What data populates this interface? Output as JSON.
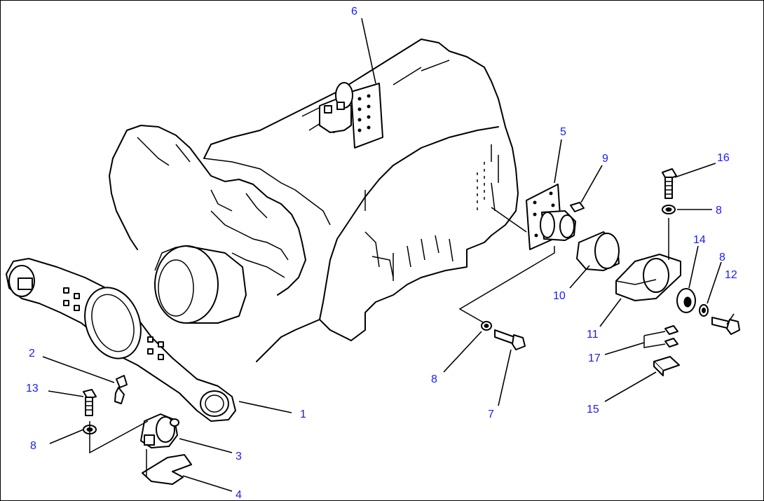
{
  "diagram": {
    "accent_color": "#1a1aff",
    "callouts": [
      {
        "id": "c1",
        "text": "1"
      },
      {
        "id": "c2",
        "text": "2"
      },
      {
        "id": "c3",
        "text": "3"
      },
      {
        "id": "c4",
        "text": "4"
      },
      {
        "id": "c5",
        "text": "5"
      },
      {
        "id": "c6",
        "text": "6"
      },
      {
        "id": "c7",
        "text": "7"
      },
      {
        "id": "c8a",
        "text": "8"
      },
      {
        "id": "c8b",
        "text": "8"
      },
      {
        "id": "c8c",
        "text": "8"
      },
      {
        "id": "c8d",
        "text": "8"
      },
      {
        "id": "c9",
        "text": "9"
      },
      {
        "id": "c10",
        "text": "10"
      },
      {
        "id": "c11",
        "text": "11"
      },
      {
        "id": "c12",
        "text": "12"
      },
      {
        "id": "c13",
        "text": "13"
      },
      {
        "id": "c14",
        "text": "14"
      },
      {
        "id": "c15",
        "text": "15"
      },
      {
        "id": "c16",
        "text": "16"
      },
      {
        "id": "c17",
        "text": "17"
      }
    ]
  }
}
